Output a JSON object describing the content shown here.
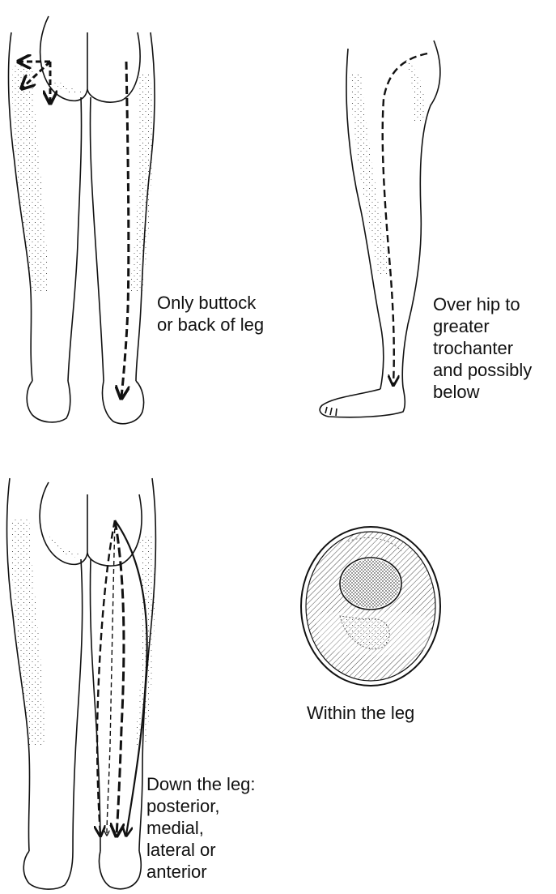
{
  "panels": [
    {
      "id": "buttock",
      "caption": [
        "Only buttock",
        "or back of leg"
      ]
    },
    {
      "id": "hip",
      "caption": [
        "Over hip to",
        "greater",
        "trochanter",
        "and possibly",
        "below"
      ]
    },
    {
      "id": "down-leg",
      "caption": [
        "Down the leg:",
        "posterior,",
        "medial,",
        "lateral or",
        "anterior"
      ]
    },
    {
      "id": "within",
      "caption": [
        "Within the leg"
      ]
    }
  ]
}
